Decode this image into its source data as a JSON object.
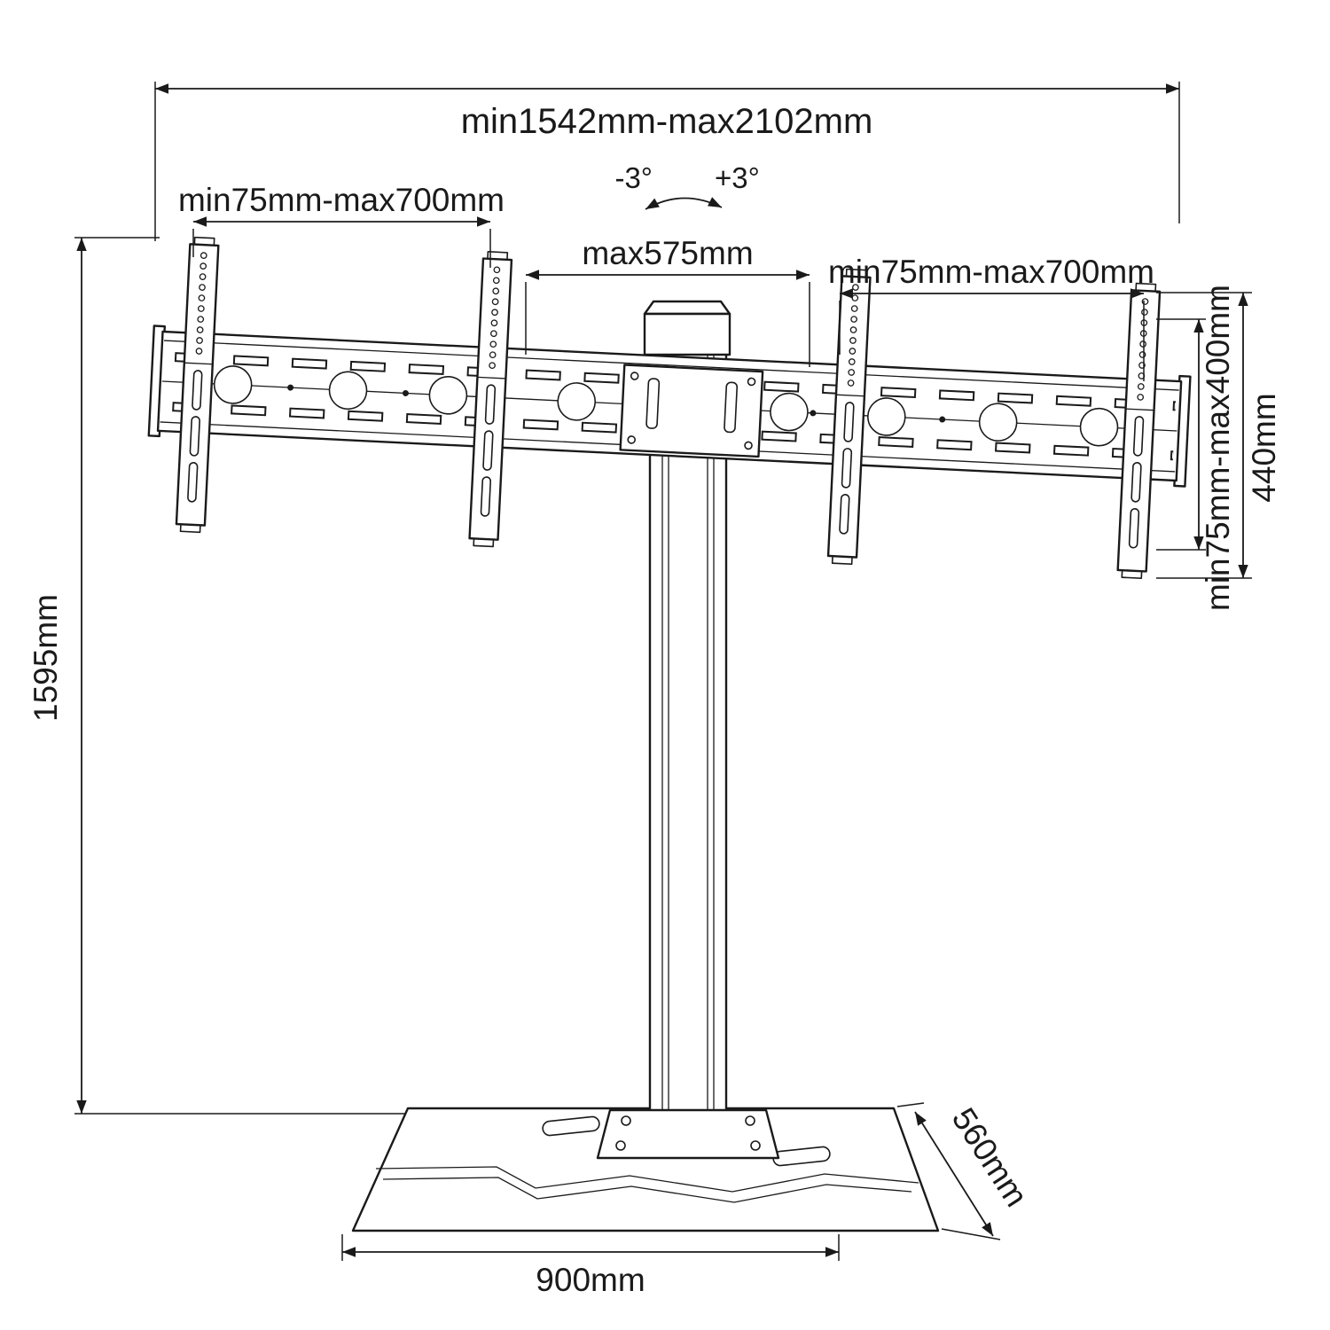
{
  "diagram": {
    "dimensions": {
      "overall_width": "min1542mm-max2102mm",
      "tilt_negative": "-3°",
      "tilt_positive": "+3°",
      "left_bracket_range": "min75mm-max700mm",
      "center_max_width": "max575mm",
      "right_bracket_range": "min75mm-max700mm",
      "vesa_vertical_range": "min75mm-max400mm",
      "bracket_height": "440mm",
      "stand_height": "1595mm",
      "base_width": "900mm",
      "base_depth": "560mm"
    }
  }
}
